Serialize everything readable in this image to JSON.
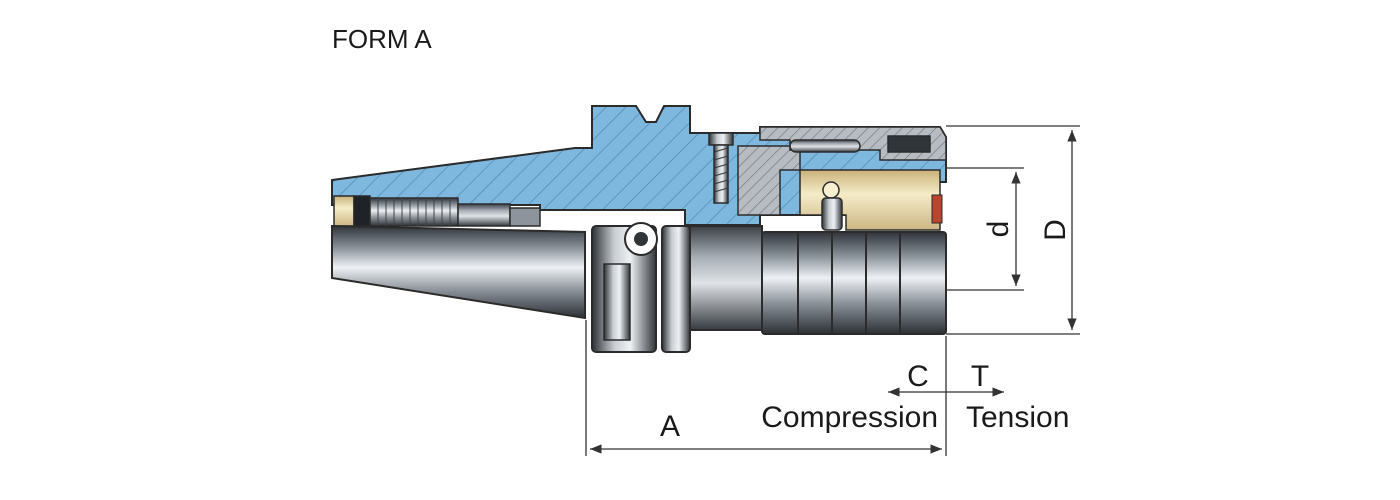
{
  "title": "FORM A",
  "dimensions": {
    "A": "A",
    "C": "C",
    "T": "T",
    "d": "d",
    "D": "D"
  },
  "captions": {
    "compression": "Compression",
    "tension": "Tension"
  },
  "colors": {
    "section_blue": "#7fb8de",
    "steel_dark": "#3d4249",
    "steel_light": "#e3e7ec",
    "brass": "#f0e2ae",
    "outline": "#2b2b2b",
    "dimension_line": "#333333"
  }
}
